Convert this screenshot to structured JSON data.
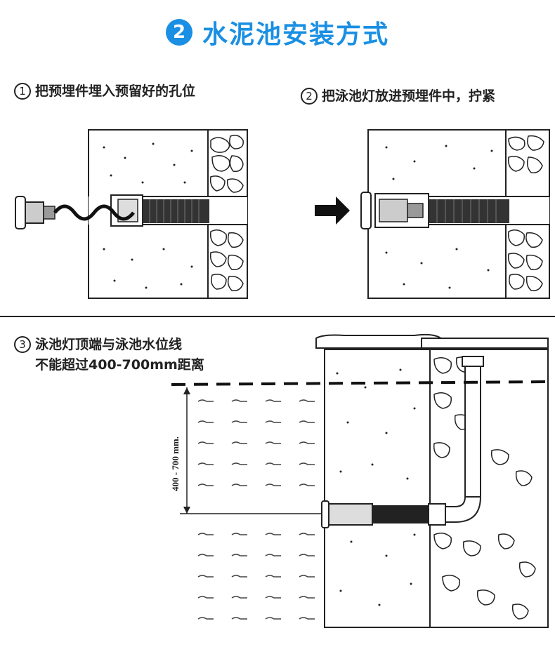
{
  "header": {
    "badge": "2",
    "title": "水泥池安装方式"
  },
  "steps": [
    {
      "num": "1",
      "lines": [
        "把预埋件埋入预留好的孔位"
      ]
    },
    {
      "num": "2",
      "lines": [
        "把泳池灯放进预埋件中，拧紧"
      ]
    },
    {
      "num": "3",
      "lines": [
        "泳池灯顶端与泳池水位线",
        "不能超过400-700mm距离"
      ]
    }
  ],
  "diagram3": {
    "scale_label": "400 - 700 mm."
  },
  "icons": {
    "arrow": "push-arrow-icon"
  },
  "colors": {
    "accent": "#1a8fe3",
    "line": "#222222"
  }
}
